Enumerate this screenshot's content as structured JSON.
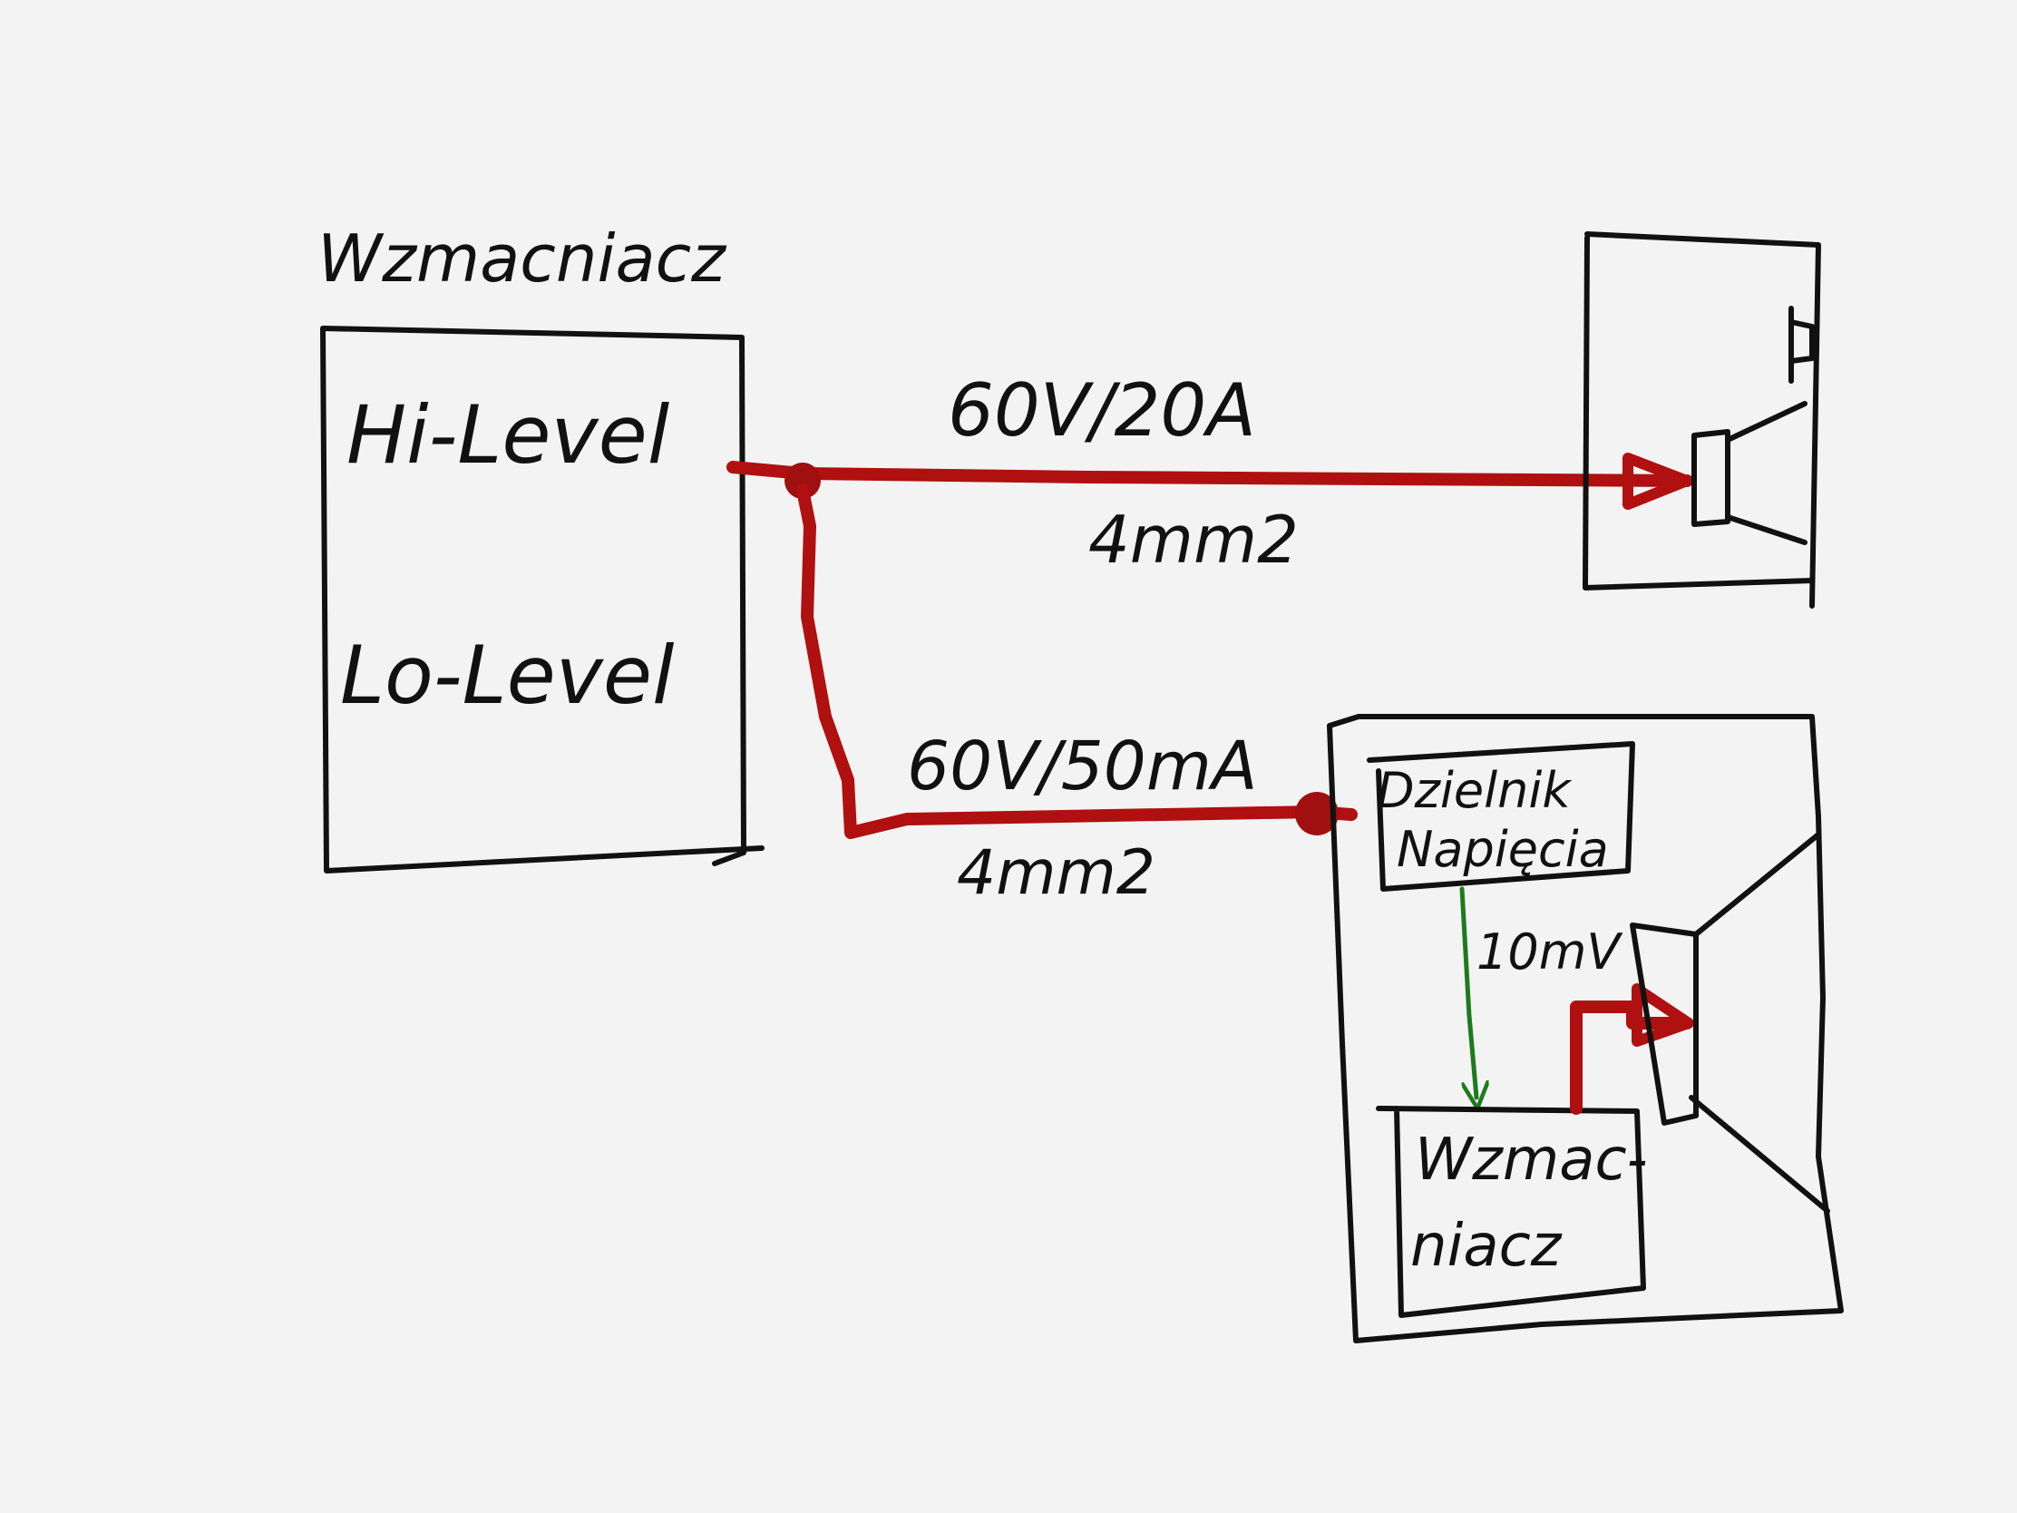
{
  "labels": {
    "amp_title": "Wzmacniacz",
    "hi_level": "Hi-Level",
    "lo_level": "Lo-Level",
    "top_line_rating": "60V/20A",
    "top_line_cross_section": "4mm2",
    "bottom_line_rating": "60V/50mA",
    "bottom_line_cross_section": "4mm2",
    "divider_line1": "Dzielnik",
    "divider_line2": "Napięcia",
    "inner_signal": "10mV",
    "inner_amp_line1": "Wzmac-",
    "inner_amp_line2": "niacz"
  },
  "colors": {
    "ink": "#111111",
    "power_wire": "#b01010",
    "signal_wire": "#1e7a1e",
    "paper": "#f3f3f3"
  }
}
